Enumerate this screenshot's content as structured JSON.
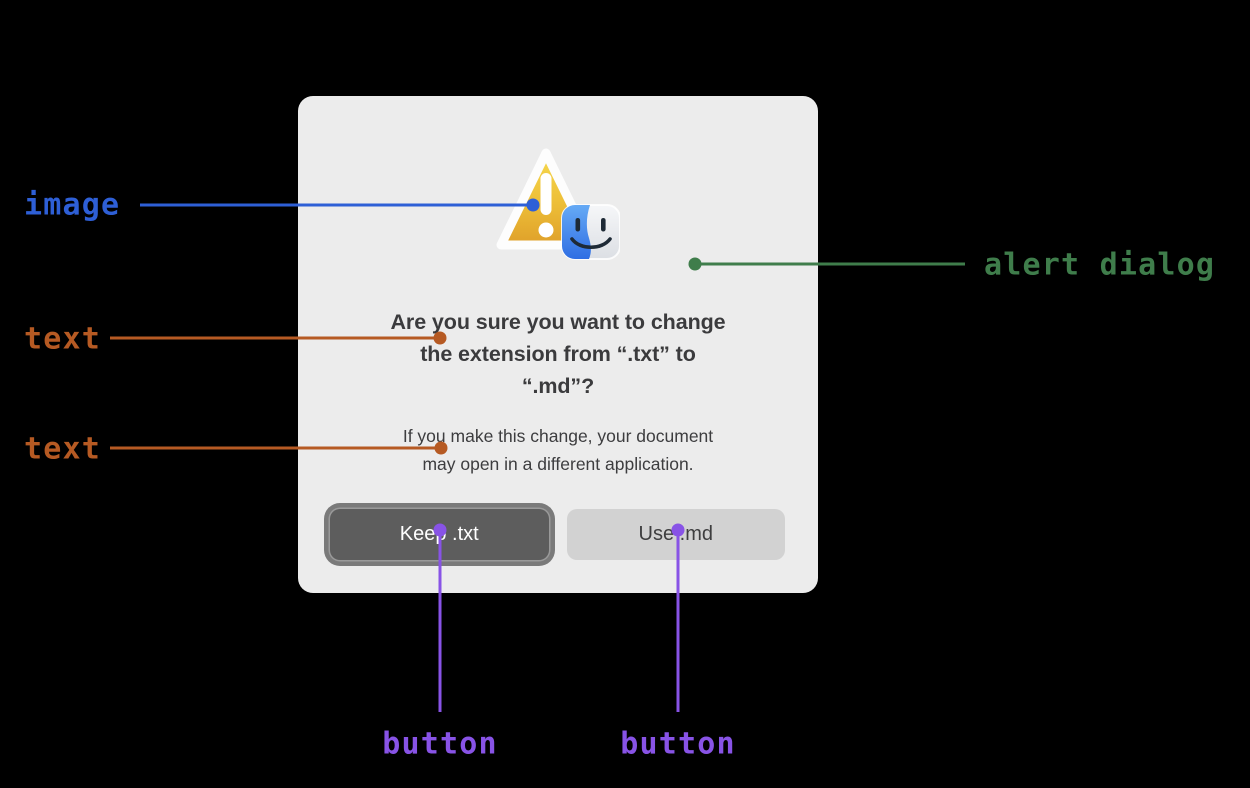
{
  "window": {
    "background": "#000000",
    "dialog_background": "#ececec"
  },
  "dialog": {
    "role": "alert dialog",
    "icon": {
      "name": "caution-triangle-with-finder-badge",
      "triangle_top_color": "#f6d94e",
      "triangle_bottom_color": "#dfa02a",
      "badge_blue": "#3d82ec"
    },
    "title_lines": [
      "Are you sure you want to change",
      "the extension from “.txt” to",
      "“.md”?"
    ],
    "message_lines": [
      "If you make this change, your document",
      "may open in a different application."
    ],
    "buttons": [
      {
        "label": "Keep .txt",
        "style": "focused-dark"
      },
      {
        "label": "Use .md",
        "style": "plain"
      }
    ]
  },
  "annotations": [
    {
      "label": "image",
      "color": "#2e5fd6",
      "target": "dialog-icon"
    },
    {
      "label": "alert dialog",
      "color": "#3f7d4b",
      "target": "dialog"
    },
    {
      "label": "text",
      "color": "#b65a23",
      "target": "dialog-title"
    },
    {
      "label": "text",
      "color": "#b65a23",
      "target": "dialog-message"
    },
    {
      "label": "button",
      "color": "#8853e6",
      "target": "keep-txt-button"
    },
    {
      "label": "button",
      "color": "#8853e6",
      "target": "use-md-button"
    }
  ]
}
